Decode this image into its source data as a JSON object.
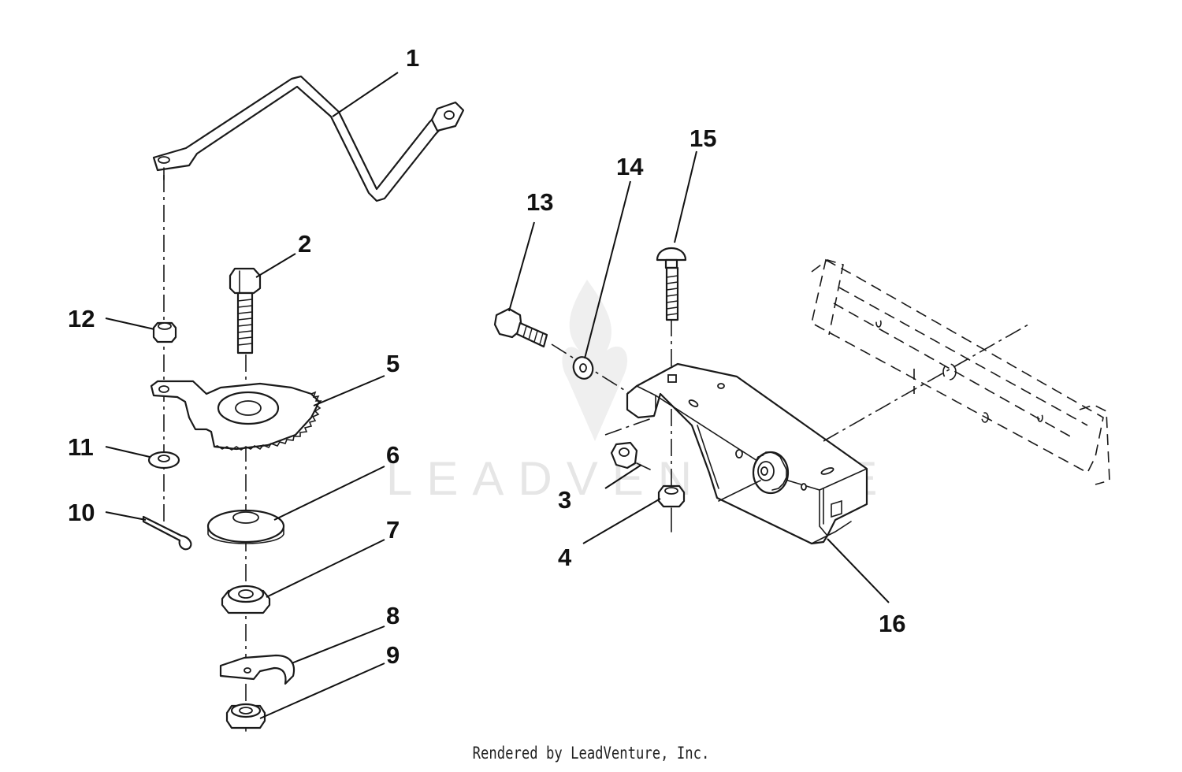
{
  "diagram": {
    "watermark_text": "LEADVENTURE",
    "credit": "Rendered by LeadVenture, Inc.",
    "callouts": [
      "1",
      "2",
      "3",
      "4",
      "5",
      "6",
      "7",
      "8",
      "9",
      "10",
      "11",
      "12",
      "13",
      "14",
      "15",
      "16"
    ]
  }
}
